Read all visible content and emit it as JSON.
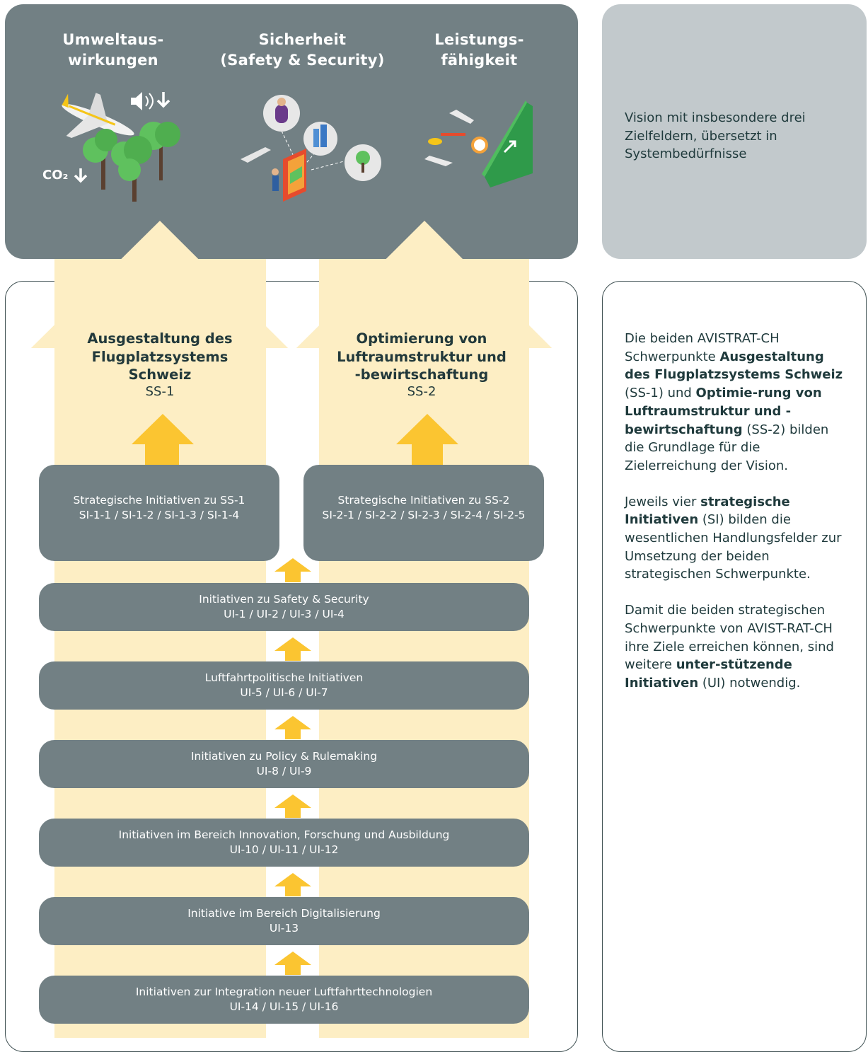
{
  "vision": {
    "fields": [
      {
        "title": "Umweltaus-\nwirkungen",
        "icon": "environment-icon"
      },
      {
        "title": "Sicherheit\n(Safety & Security)",
        "icon": "safety-security-icon"
      },
      {
        "title": "Leistungs-\nfähigkeit",
        "icon": "capacity-icon"
      }
    ],
    "co2_label": "CO₂",
    "description": "Vision mit insbesondere drei Zielfeldern, übersetzt in Systembedürfnisse"
  },
  "focus_areas": [
    {
      "title": "Ausgestaltung des\nFlugplatzsystems\nSchweiz",
      "code": "SS-1"
    },
    {
      "title": "Optimierung von\nLuftraumstruktur und\n-bewirtschaftung",
      "code": "SS-2"
    }
  ],
  "strategic_initiatives": [
    {
      "title": "Strategische Initiativen zu SS-1",
      "codes": "SI-1-1 / SI-1-2 / SI-1-3 / SI-1-4"
    },
    {
      "title": "Strategische Initiativen zu SS-2",
      "codes": "SI-2-1 / SI-2-2 / SI-2-3 / SI-2-4 / SI-2-5"
    }
  ],
  "supporting_initiatives": [
    {
      "title": "Initiativen zu Safety & Security",
      "codes": "UI-1 / UI-2 / UI-3 / UI-4"
    },
    {
      "title": "Luftfahrtpolitische Initiativen",
      "codes": "UI-5 / UI-6 / UI-7"
    },
    {
      "title": "Initiativen zu Policy & Rulemaking",
      "codes": "UI-8 / UI-9"
    },
    {
      "title": "Initiativen im Bereich Innovation, Forschung und Ausbildung",
      "codes": "UI-10 / UI-11 / UI-12"
    },
    {
      "title": "Initiative im Bereich Digitalisierung",
      "codes": "UI-13"
    },
    {
      "title": "Initiativen zur Integration neuer Luftfahrttechnologien",
      "codes": "UI-14 / UI-15 / UI-16"
    }
  ],
  "side_text": {
    "p1": {
      "a": "Die beiden AVISTRAT-CH Schwerpunkte ",
      "b": "Ausgestaltung des Flugplatzsystems Schweiz",
      "c": " (SS-1) und ",
      "d": "Optimie-rung von Luftraumstruktur und -bewirtschaftung",
      "e": " (SS-2) bilden die Grundlage für die Zielerreichung der Vision."
    },
    "p2": {
      "a": "Jeweils vier ",
      "b": "strategische Initiativen",
      "c": " (SI) bilden die wesentlichen Handlungsfelder zur Umsetzung der beiden strategischen Schwerpunkte."
    },
    "p3": {
      "a": "Damit die beiden strategischen Schwerpunkte von AVIST-RAT-CH ihre Ziele erreichen können, sind weitere ",
      "b": "unter-stützende Initiativen",
      "c": " (UI) notwendig."
    }
  },
  "colors": {
    "panel_gray": "#728084",
    "side_gray": "#c2c9cc",
    "arrow_cream": "#fdeec4",
    "arrow_yellow": "#fbc531",
    "text_dark": "#22393b"
  }
}
